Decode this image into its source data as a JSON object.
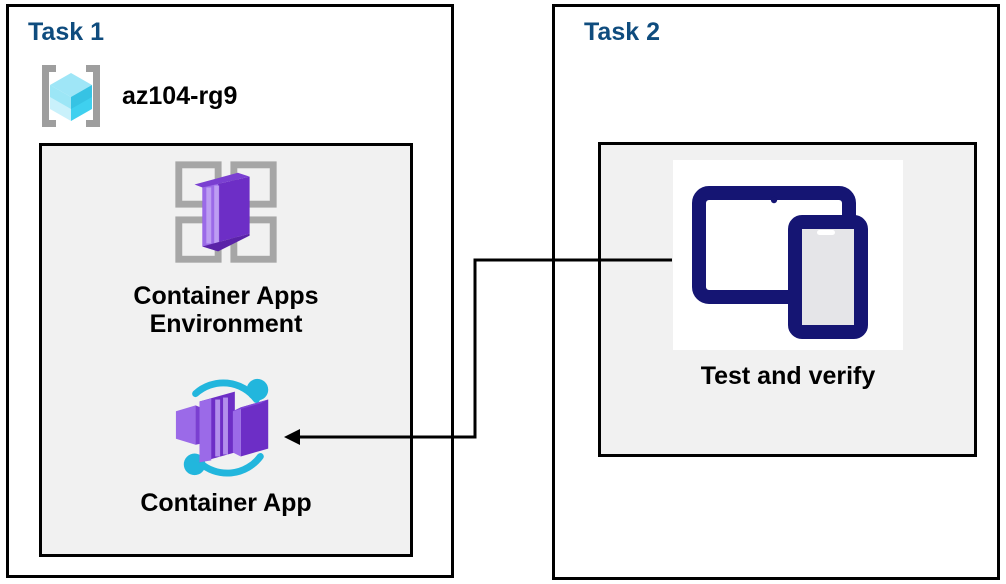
{
  "diagram": {
    "title_color": "#0f4c7e",
    "background": "#ffffff",
    "panel_border_color": "#000000",
    "inner_box_fill": "#f1f1f1",
    "connector_color": "#000000"
  },
  "task1": {
    "title": "Task 1",
    "resource_group": {
      "name": "az104-rg9",
      "icon": "resource-group-icon"
    },
    "resources": [
      {
        "label": "Container Apps\nEnvironment",
        "icon": "container-apps-environment-icon",
        "accent": "#6b2fc4"
      },
      {
        "label": "Container App",
        "icon": "container-app-icon",
        "accent": "#8661e0"
      }
    ]
  },
  "task2": {
    "title": "Task 2",
    "resources": [
      {
        "label": "Test and verify",
        "icon": "test-and-verify-devices-icon",
        "accent": "#1a1a6e"
      }
    ]
  },
  "connector": {
    "from": "Test and verify",
    "to": "Container App",
    "arrow_direction": "left"
  }
}
